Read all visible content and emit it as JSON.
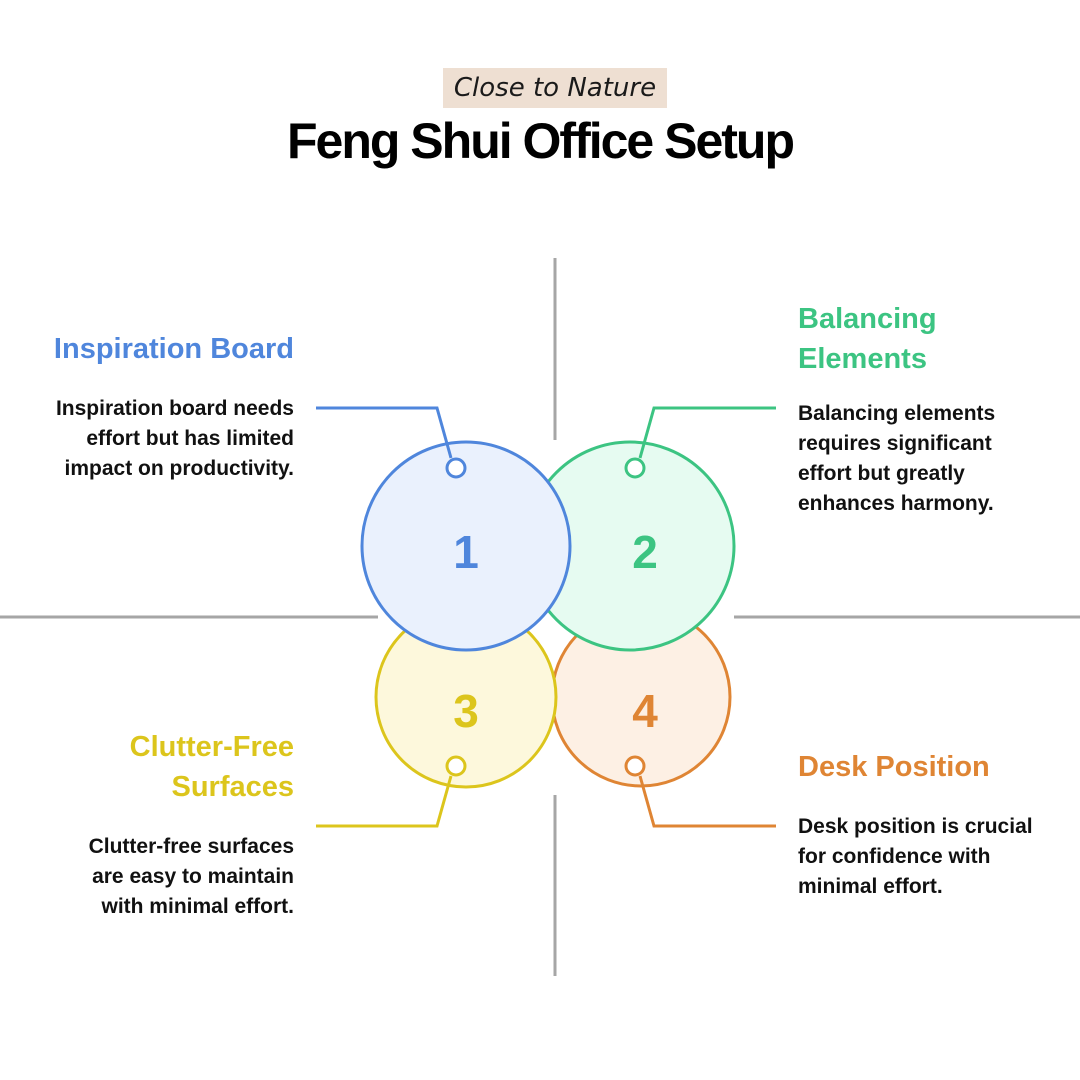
{
  "header": {
    "tag": "Close to Nature",
    "title": "Feng Shui Office Setup"
  },
  "colors": {
    "blue": "#4f86dc",
    "green": "#3cc482",
    "yellow": "#dcc51c",
    "orange": "#df8534",
    "axis": "#a6a6a6"
  },
  "quadrants": [
    {
      "number": "1",
      "heading": "Inspiration Board",
      "description": [
        "Inspiration board needs",
        "effort but has limited",
        "impact on productivity."
      ]
    },
    {
      "number": "2",
      "heading": [
        "Balancing",
        "Elements"
      ],
      "description": [
        "Balancing elements",
        "requires significant",
        "effort but greatly",
        "enhances harmony."
      ]
    },
    {
      "number": "3",
      "heading": [
        "Clutter-Free",
        "Surfaces"
      ],
      "description": [
        "Clutter-free surfaces",
        "are easy to maintain",
        "with minimal effort."
      ]
    },
    {
      "number": "4",
      "heading": "Desk Position",
      "description": [
        "Desk position is crucial",
        "for confidence with",
        "minimal effort."
      ]
    }
  ]
}
